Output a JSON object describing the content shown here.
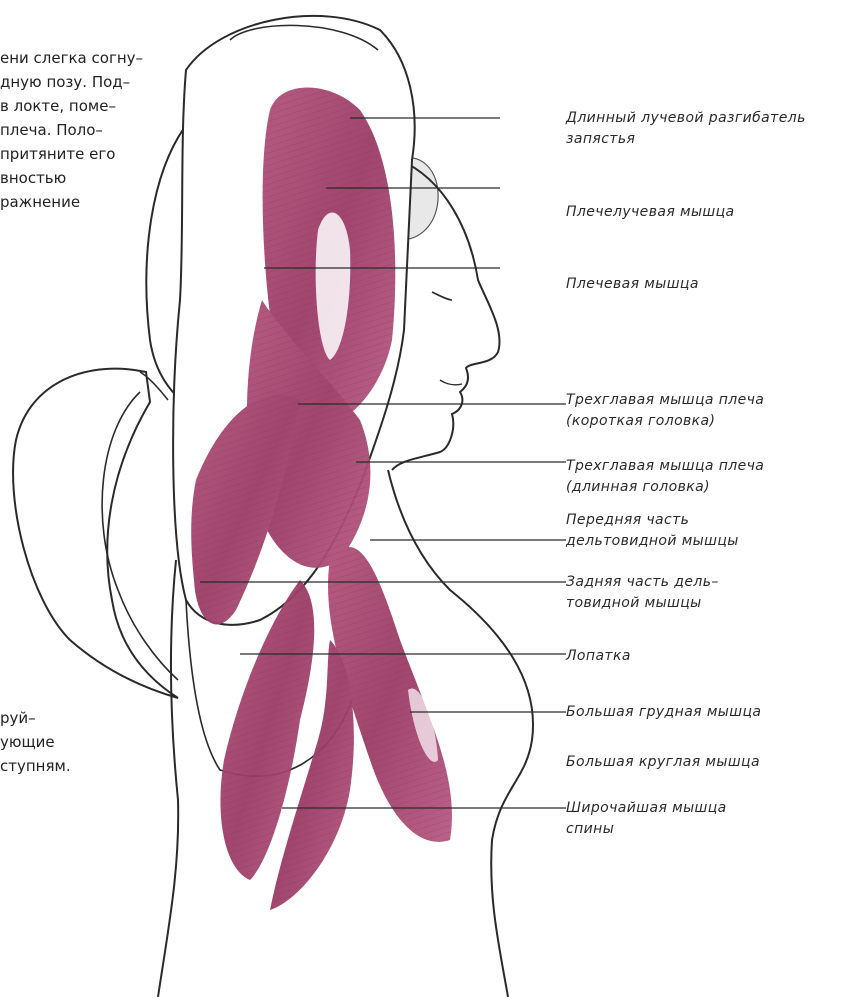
{
  "text_top": [
    "ени слегка согну–",
    "дную позу. Под–",
    " в локте, поме–",
    "плеча. Поло–",
    "притяните его",
    "вностью",
    "ражнение"
  ],
  "text_bottom": [
    "руй–",
    "ующие",
    "ступням."
  ],
  "labels": [
    {
      "lines": [
        "Длинный лучевой разгибатель",
        "запястья"
      ]
    },
    {
      "lines": [
        "Плечелучевая  мышца"
      ]
    },
    {
      "lines": [
        "Плечевая  мышца"
      ]
    },
    {
      "lines": [
        "Трехглавая мышца плеча",
        "(короткая  головка)"
      ]
    },
    {
      "lines": [
        " Трехглавая мышца плеча",
        "(длинная  головка)"
      ]
    },
    {
      "lines": [
        "Передняя часть",
        "дельтовидной  мышцы"
      ]
    },
    {
      "lines": [
        "Задняя часть дель–",
        "товидной мышцы"
      ]
    },
    {
      "lines": [
        "Лопатка"
      ]
    },
    {
      "lines": [
        "Большая  грудная  мышца"
      ]
    },
    {
      "lines": [
        "Большая  круглая  мышца"
      ]
    },
    {
      "lines": [
        "Широчайшая    мышца",
        "спины"
      ]
    }
  ],
  "colors": {
    "muscle": "#a8466e",
    "muscle_light": "#d08aa8",
    "outline": "#2a2a2a",
    "hair_shade": "#b8b8b8"
  }
}
